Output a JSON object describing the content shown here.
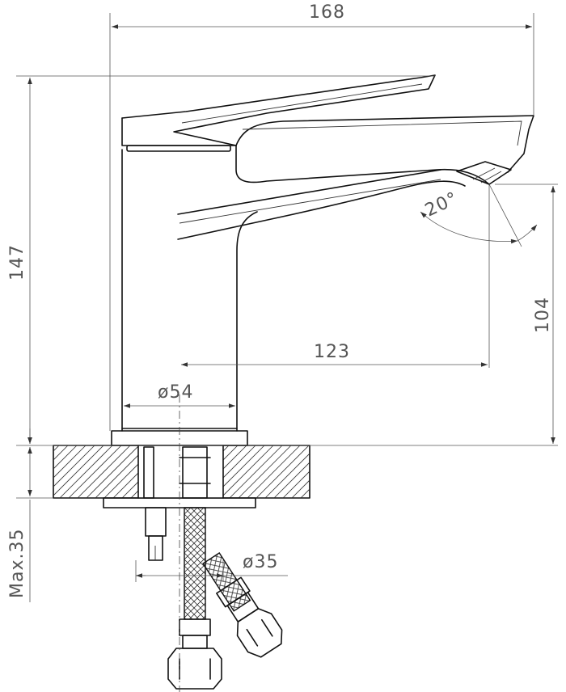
{
  "dimensions": {
    "overall_width": "168",
    "overall_height": "147",
    "spout_height": "104",
    "spout_reach": "123",
    "body_diameter": "ø54",
    "hole_diameter": "ø35",
    "max_thickness": "Max.35",
    "spout_angle": "20°"
  },
  "colors": {
    "line": "#111111",
    "dimension_text": "#555555",
    "background": "#ffffff"
  }
}
